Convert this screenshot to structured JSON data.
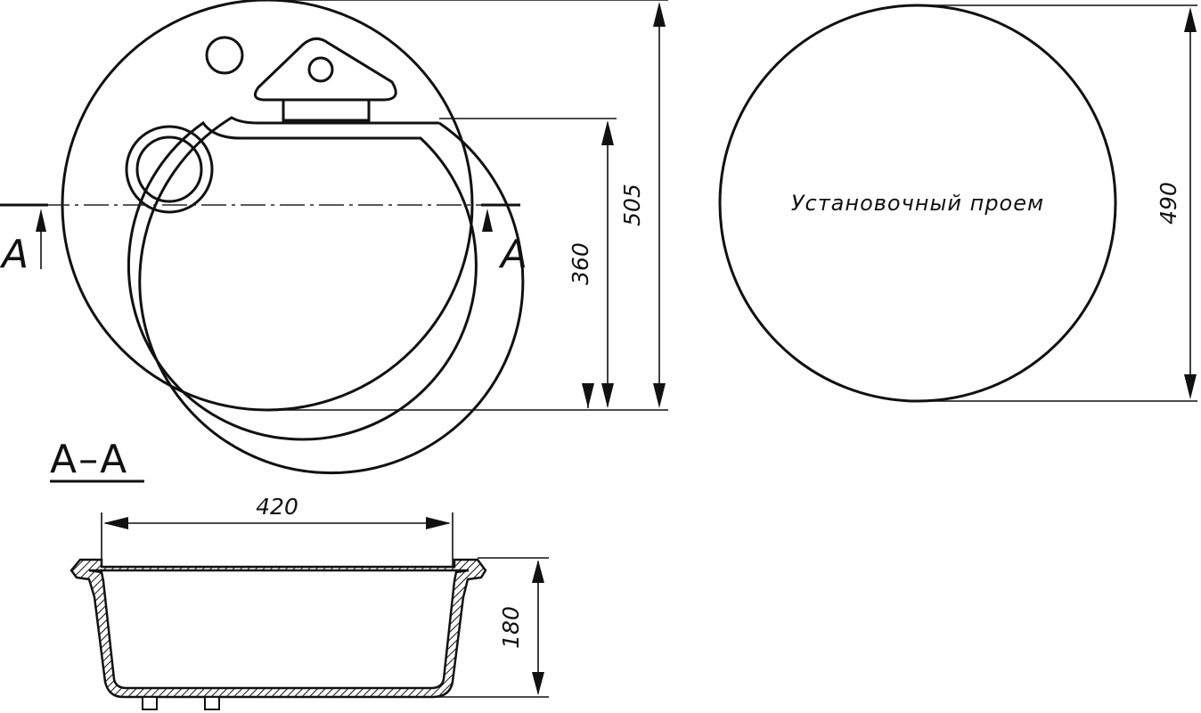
{
  "plan_view": {
    "section_mark_left": "A",
    "section_mark_right": "A",
    "dim_overall_diameter": "505",
    "dim_bowl_depth": "360"
  },
  "cutout_view": {
    "label": "Установочный проем",
    "dim_diameter": "490"
  },
  "section_view": {
    "title": "А–А",
    "dim_width": "420",
    "dim_height": "180"
  }
}
